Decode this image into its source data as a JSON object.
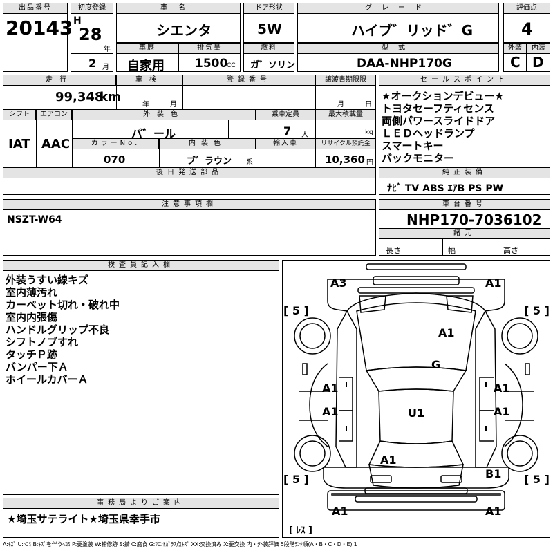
{
  "header": {
    "lot_label": "出品番号",
    "lot": "20143",
    "first_reg_label": "初度登録",
    "era_h": "H",
    "year": "28",
    "year_suffix": "年",
    "month": "2",
    "month_suffix": "月",
    "car_name_label": "車名",
    "car_name": "シエンタ",
    "door_label": "ドア形状",
    "door": "5W",
    "grade_label": "グレード",
    "grade": "ハイブ゛リッド゛G",
    "score_label": "評価点",
    "score": "4",
    "history_label": "車歴",
    "history": "自家用",
    "displacement_label": "排気量",
    "displacement": "1500",
    "displacement_unit": "CC",
    "fuel_label": "燃料",
    "fuel": "ガ゛ソリン",
    "model_label": "型式",
    "model": "DAA-NHP170G",
    "ext_label": "外装",
    "ext": "C",
    "int_label": "内装",
    "int": "D"
  },
  "row2": {
    "mileage_label": "走行",
    "mileage": "99,348",
    "mileage_unit": "km",
    "inspection_label": "車検",
    "insp_year": "年",
    "insp_month": "月",
    "reg_label": "登録番号",
    "transfer_label": "譲渡書期限限",
    "tr_month": "月",
    "tr_day": "日",
    "shift_label": "シフト",
    "shift": "IAT",
    "ac_label": "エアコン",
    "ac": "AAC",
    "color_label": "外装色",
    "color": "パ゛ール",
    "capacity_label": "乗車定員",
    "capacity": "7",
    "capacity_unit": "人",
    "load_label": "最大積載量",
    "load_unit": "kg",
    "color_no_label": "カラーNo.",
    "color_no": "070",
    "int_color_label": "内装色",
    "int_color": "ブ゛ラウン",
    "int_color_suffix": "系",
    "import_label": "輸入車",
    "recycle_label": "リサイクル預託金",
    "recycle": "10,360",
    "recycle_unit": "円",
    "later_label": "後日発送部品"
  },
  "sales": {
    "label": "セールスポイント",
    "items": [
      "★オークションデビュー★",
      "トヨタセーフティセンス",
      "両側パワースライドドア",
      "ＬＥＤヘッドランプ",
      "スマートキー",
      "バックモニター"
    ],
    "equip_label": "純正装備",
    "equip": "ﾅﾋﾞ  TV  ABS ｴｱB PS PW"
  },
  "notes": {
    "label": "注意事項欄",
    "text": "NSZT-W64"
  },
  "chassis": {
    "label": "車台番号",
    "value": "NHP170-7036102",
    "spec_label": "諸元",
    "length": "長さ",
    "width": "幅",
    "height": "高さ"
  },
  "inspector": {
    "label": "検査員記入欄",
    "items": [
      "外装うすい線キズ",
      "室内薄汚れ",
      "カーペット切れ・破れ中",
      "室内内張傷",
      "ハンドルグリップ不良",
      "シフトノブすれ",
      "タッチＰ跡",
      "バンパー下Ａ",
      "ホイールカバーＡ"
    ]
  },
  "diagram": {
    "marks": {
      "fl": "A3",
      "fr": "A1",
      "hood": "A1",
      "windshield": "G",
      "lfender": "A1",
      "rfender": "A1",
      "ldoor": "A1",
      "rdoor": "A1",
      "roof": "U1",
      "rear": "A1",
      "rrq": "B1",
      "bl": "A1",
      "br": "A1"
    },
    "tire_tl": "[ 5 ]",
    "tire_tr": "[ 5 ]",
    "tire_bl": "[ 5 ]",
    "tire_br": "[ 5 ]",
    "spare": "[ ﾚｽ ]"
  },
  "office": {
    "label": "事務局よりご案内",
    "text": "★埼玉サテライト★埼玉県幸手市"
  },
  "legend": "A:ｷｽﾞ  U:ﾍｺﾐ  B:ｷｽﾞを伴うﾍｺﾐ  P:要塗装  W:補修跡  S:錆  C:腐食  G:ﾌﾛﾝﾄｶﾞﾗｽ点ｷｽﾞ  XX:交換済み  X:要交換   内・外装評価  5段階ﾗﾝｸ順(A・B・C・D・E) 1"
}
